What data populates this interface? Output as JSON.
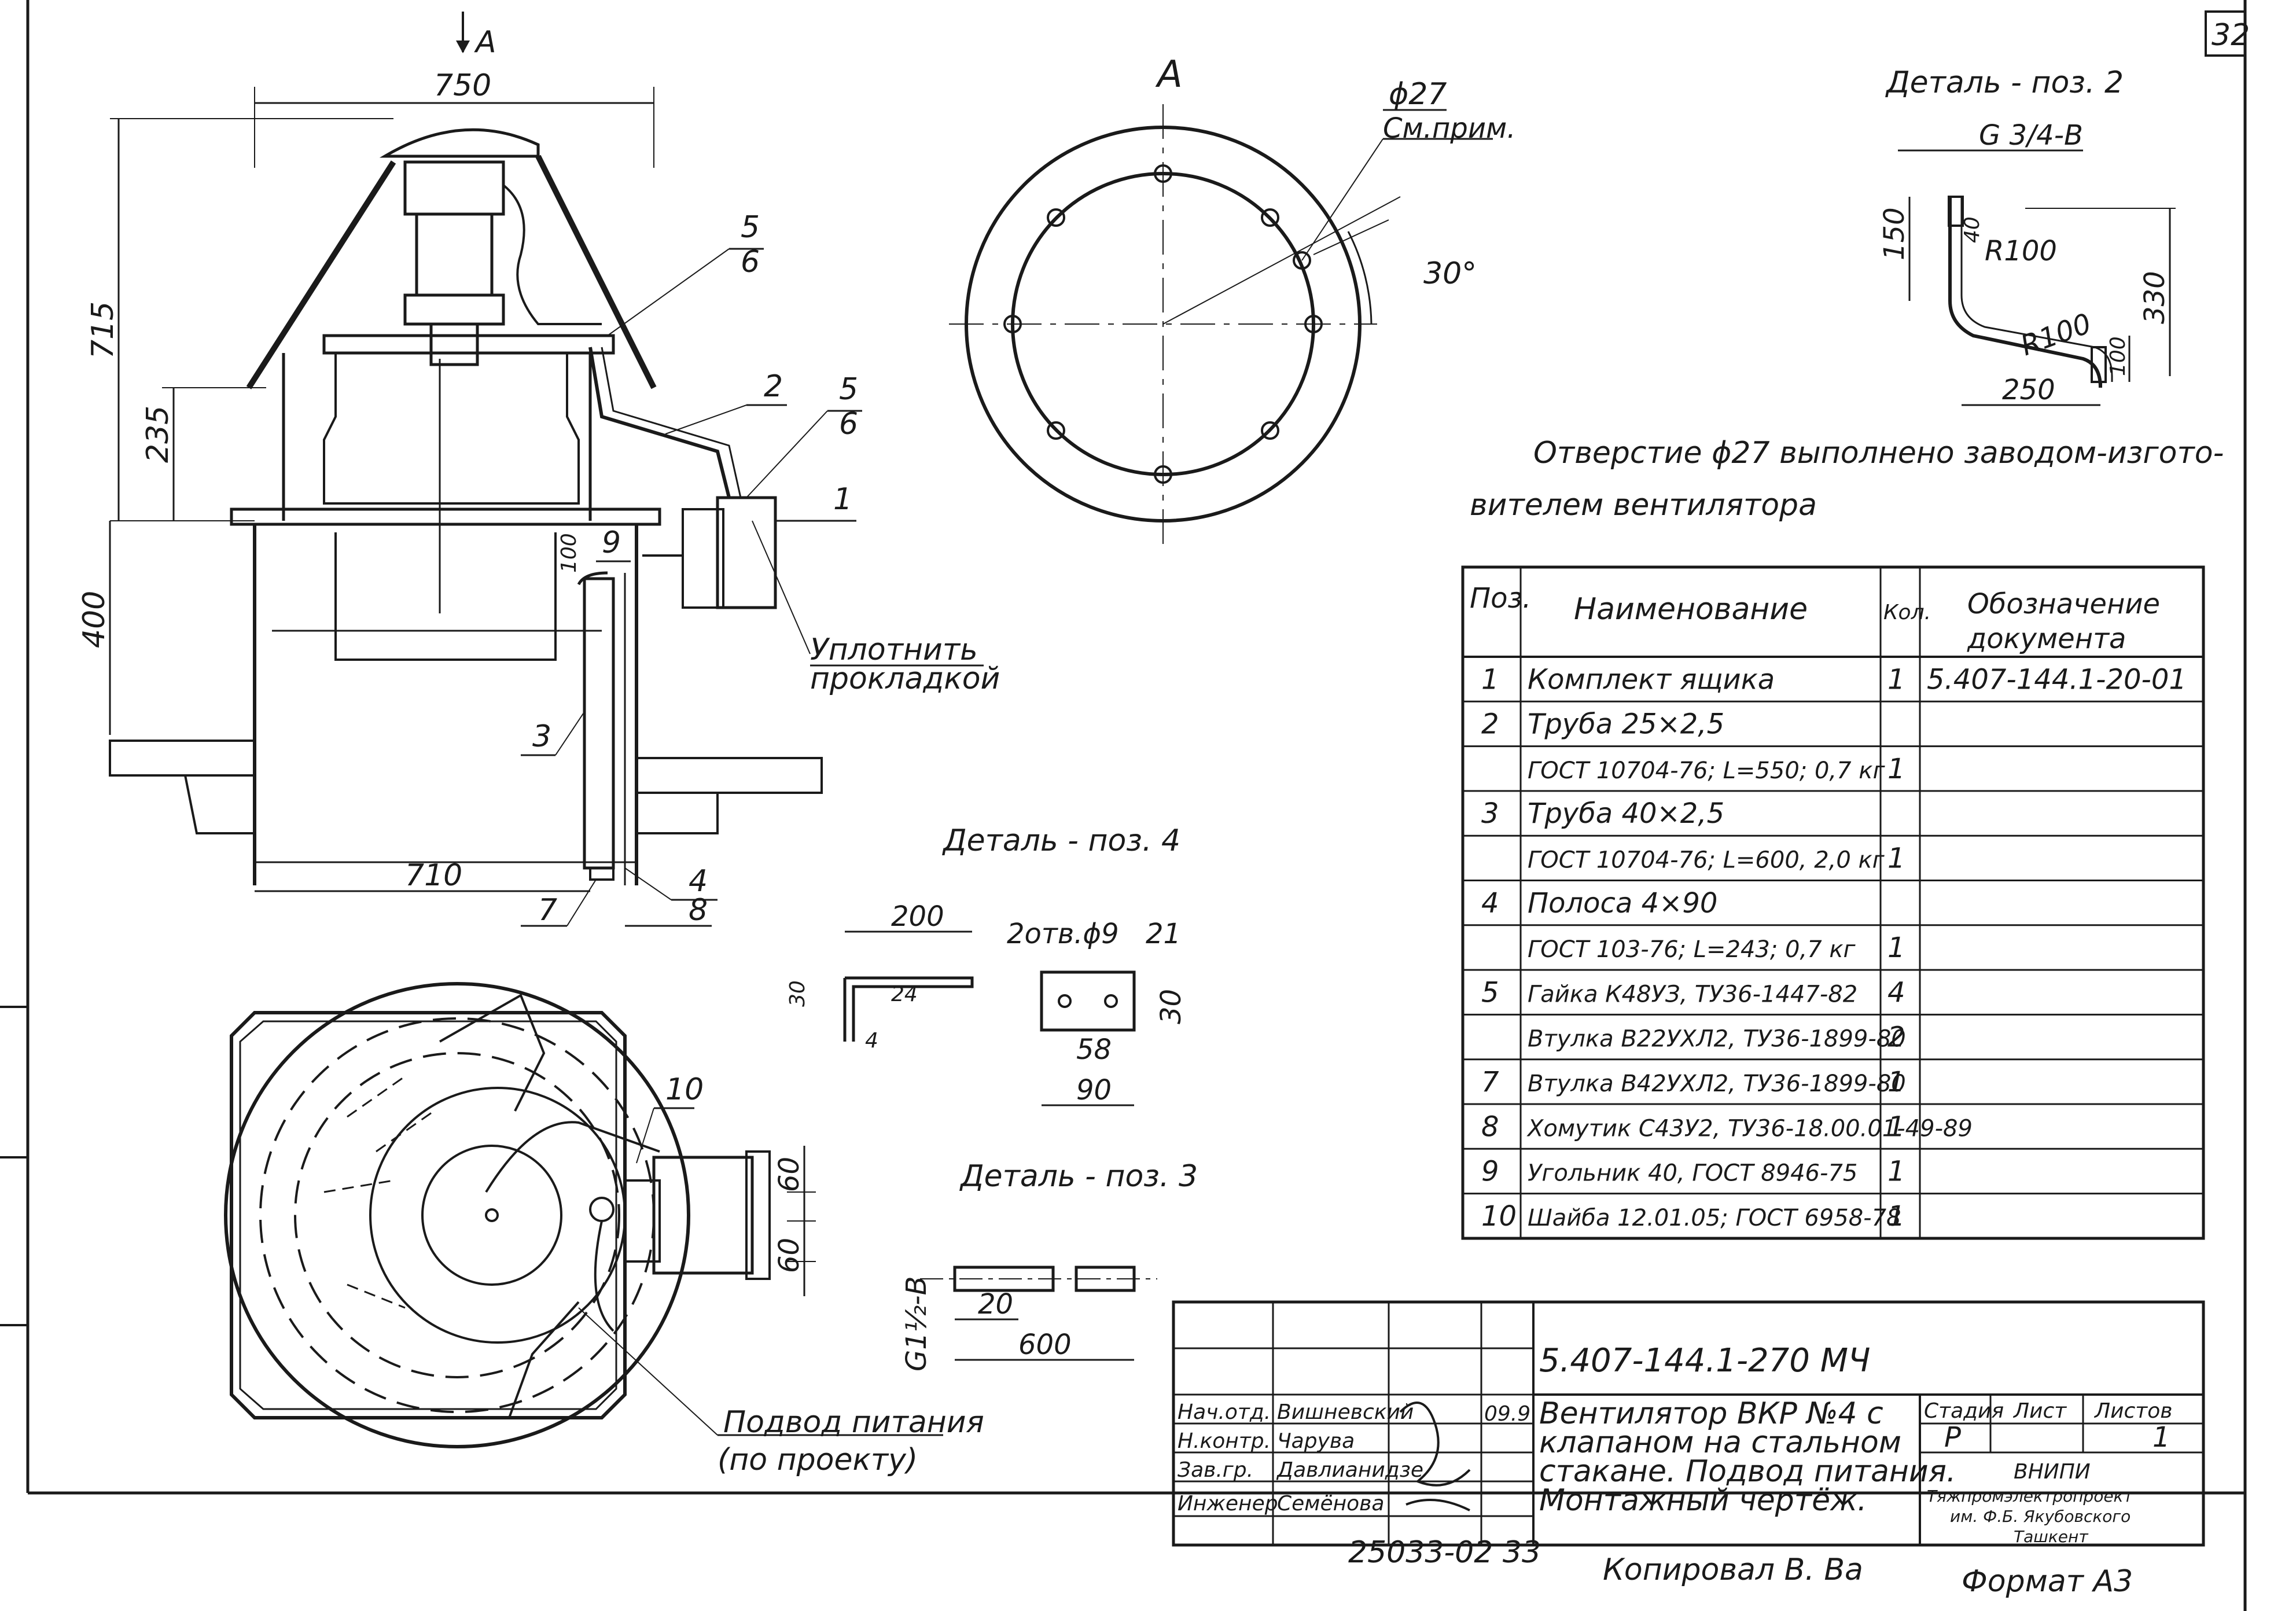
{
  "sheet": {
    "sheet_number": "32",
    "view_label_arrow": "A",
    "view_a_title": "A",
    "copied_line": "25033-02   33",
    "copied_by": "Копировал  В. Ва",
    "format": "Формат А3"
  },
  "main_view": {
    "dim_width_top": "750",
    "dim_height_total": "715",
    "dim_235": "235",
    "dim_400": "400",
    "dim_100": "100",
    "dim_bottom": "710",
    "seal_note_line1": "Уплотнить",
    "seal_note_line2": "прокладкой",
    "callouts": [
      "5",
      "6",
      "2",
      "5",
      "6",
      "1",
      "9",
      "3",
      "7",
      "4",
      "8"
    ]
  },
  "view_a": {
    "hole_dim": "ϕ27",
    "hole_note": "См.прим.",
    "angle": "30°",
    "note_line1": "Отверстие ϕ27 выполнено заводом-изгото-",
    "note_line2": "вителем вентилятора"
  },
  "detail_2": {
    "title": "Деталь - поз. 2",
    "thread": "G 3/4-В",
    "d150": "150",
    "d40": "40",
    "r100a": "R100",
    "r100b": "R100",
    "d330": "330",
    "d100": "100",
    "d250": "250"
  },
  "detail_4": {
    "title": "Деталь - поз. 4",
    "d200": "200",
    "d30": "30",
    "d24": "24",
    "d4": "4",
    "holes": "2отв.ϕ9",
    "d21": "21",
    "d58": "58",
    "d90": "90",
    "d30b": "30"
  },
  "detail_3": {
    "title": "Деталь - поз. 3",
    "thread": "G1½-В",
    "d20": "20",
    "d600": "600"
  },
  "plan_view": {
    "callout_10": "10",
    "d60a": "60",
    "d60b": "60",
    "power_line1": "Подвод питания",
    "power_line2": "(по проекту)"
  },
  "spec_table": {
    "headers": {
      "pos": "Поз.",
      "name": "Наименование",
      "qty": "Кол.",
      "doc_line1": "Обозначение",
      "doc_line2": "документа"
    },
    "rows": [
      {
        "pos": "1",
        "name": "Комплект ящика",
        "qty": "1",
        "doc": "5.407-144.1-20-01"
      },
      {
        "pos": "2",
        "name": "Труба 25×2,5",
        "qty": "",
        "doc": ""
      },
      {
        "pos": "",
        "name": "ГОСТ 10704-76; L=550; 0,7 кг",
        "qty": "1",
        "doc": ""
      },
      {
        "pos": "3",
        "name": "Труба 40×2,5",
        "qty": "",
        "doc": ""
      },
      {
        "pos": "",
        "name": "ГОСТ 10704-76; L=600, 2,0 кг",
        "qty": "1",
        "doc": ""
      },
      {
        "pos": "4",
        "name": "Полоса 4×90",
        "qty": "",
        "doc": ""
      },
      {
        "pos": "",
        "name": "ГОСТ 103-76; L=243; 0,7 кг",
        "qty": "1",
        "doc": ""
      },
      {
        "pos": "5",
        "name": "Гайка К48УЗ, ТУ36-1447-82",
        "qty": "4",
        "doc": ""
      },
      {
        "pos": "",
        "name": "Втулка В22УХЛ2, ТУ36-1899-80",
        "qty": "2",
        "doc": ""
      },
      {
        "pos": "7",
        "name": "Втулка В42УХЛ2, ТУ36-1899-80",
        "qty": "1",
        "doc": ""
      },
      {
        "pos": "8",
        "name": "Хомутик С43У2, ТУ36-18.00.01-49-89",
        "qty": "1",
        "doc": ""
      },
      {
        "pos": "9",
        "name": "Угольник 40, ГОСТ 8946-75",
        "qty": "1",
        "doc": ""
      },
      {
        "pos": "10",
        "name": "Шайба 12.01.05; ГОСТ 6958-78",
        "qty": "1",
        "doc": ""
      }
    ]
  },
  "title_block": {
    "doc_code": "5.407-144.1-270 МЧ",
    "title_line1": "Вентилятор ВКР №4 с",
    "title_line2": "клапаном на стальном",
    "title_line3": "стакане. Подвод питания.",
    "title_line4": "Монтажный чертёж.",
    "stage_label": "Стадия",
    "sheet_label": "Лист",
    "sheets_label": "Листов",
    "stage_value": "Р",
    "sheets_value": "1",
    "org_line1": "ВНИПИ",
    "org_line2": "Тяжпромэлектропроект",
    "org_line3": "им. Ф.Б. Якубовского",
    "org_line4": "Ташкент",
    "date": "09.9",
    "signatures": [
      {
        "role": "Нач.отд.",
        "name": "Вишневский"
      },
      {
        "role": "Н.контр.",
        "name": "Чарува"
      },
      {
        "role": "Зав.гр.",
        "name": "Давлианидзе"
      },
      {
        "role": "Инженер",
        "name": "Семёнова"
      }
    ]
  }
}
